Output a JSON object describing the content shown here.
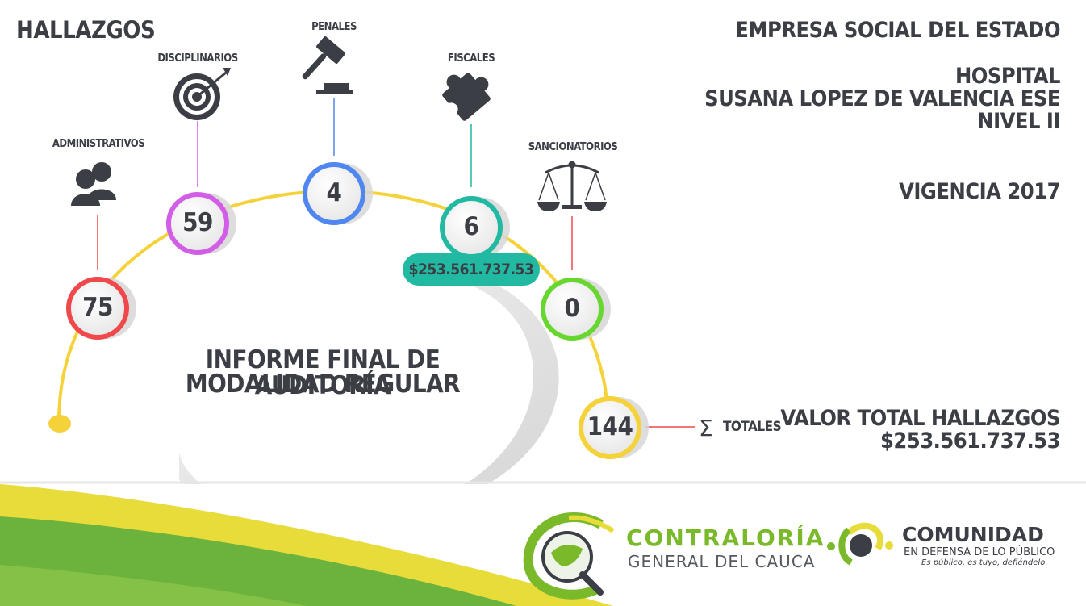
{
  "header": {
    "left_title": "HALLAZGOS",
    "entity_line1": "EMPRESA SOCIAL DEL ESTADO",
    "hospital_line1": "HOSPITAL",
    "hospital_line2": "SUSANA LOPEZ DE VALENCIA ESE",
    "hospital_line3": "NIVEL II",
    "vigencia": "VIGENCIA 2017"
  },
  "center": {
    "line1": "INFORME FINAL DE AUDITORÍA",
    "line2": "MODALIDAD REGULAR"
  },
  "findings": [
    {
      "label": "ADMINISTRATIVOS",
      "value": "75",
      "color": "#f0494b",
      "icon": "people-icon"
    },
    {
      "label": "DISCIPLINARIOS",
      "value": "59",
      "color": "#d25ee8",
      "icon": "target-icon"
    },
    {
      "label": "PENALES",
      "value": "4",
      "color": "#4f86ef",
      "icon": "gavel-icon"
    },
    {
      "label": "FISCALES",
      "value": "6",
      "color": "#21b9a2",
      "icon": "puzzle-icon"
    },
    {
      "label": "SANCIONATORIOS",
      "value": "0",
      "color": "#67d62e",
      "icon": "scales-icon"
    }
  ],
  "fiscal_amount": "$253.561.737.53",
  "totals": {
    "value": "144",
    "label": "TOTALES",
    "symbol": "Σ",
    "color": "#f5d23a"
  },
  "valor_total": {
    "label": "VALOR TOTAL HALLAZGOS",
    "amount": "$253.561.737.53"
  },
  "logos": {
    "contraloria_line1": "CONTRALORÍA",
    "contraloria_line2": "GENERAL DEL CAUCA",
    "comunidad_line1": "COMUNIDAD",
    "comunidad_line2": "EN DEFENSA DE LO PÚBLICO",
    "comunidad_line3": "Es público, es tuyo, defiéndelo"
  },
  "colors": {
    "text": "#3b3f45",
    "arc": "#f5d23a",
    "green_band": "#6cb33e",
    "yellow_band": "#e8dc3b",
    "contraloria_green": "#7ab929"
  }
}
